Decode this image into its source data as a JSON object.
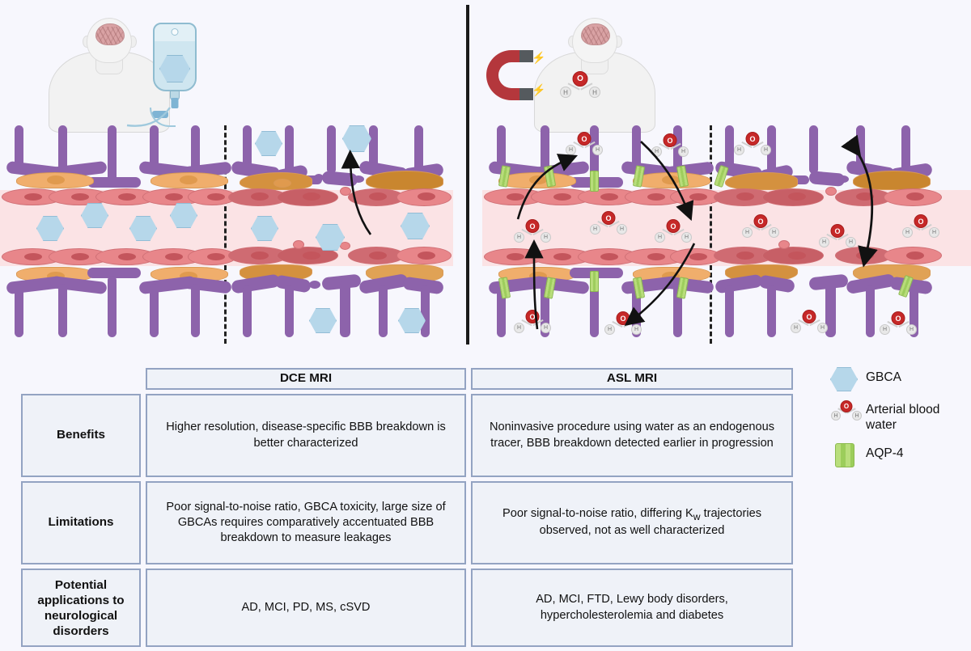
{
  "figure": {
    "background_color": "#f7f7fd",
    "divider_color": "#1a1a1a"
  },
  "panels": {
    "left": {
      "name": "DCE MRI panel",
      "subject_label": "patient-with-iv-contrast",
      "tracer_icon": "gbca-hexagon-icon",
      "dashed_separator": "intact-vs-leaky-bbb-divider"
    },
    "right": {
      "name": "ASL MRI panel",
      "subject_label": "patient-in-magnetic-field",
      "tracer_icon": "water-molecule-icon",
      "dashed_separator": "intact-vs-leaky-bbb-divider"
    }
  },
  "molecule": {
    "oxygen_label": "O",
    "hydrogen_label": "H",
    "oxygen_color": "#c62828",
    "hydrogen_color": "#e8e8e8"
  },
  "table": {
    "corner_label": "",
    "columns": [
      "DCE MRI",
      "ASL MRI"
    ],
    "rows": [
      {
        "label": "Benefits",
        "dce": "Higher resolution, disease-specific BBB breakdown is better characterized",
        "asl": "Noninvasive procedure using water as an endogenous tracer, BBB breakdown detected earlier in progression"
      },
      {
        "label": "Limitations",
        "dce": "Poor signal-to-noise ratio, GBCA toxicity, large size of GBCAs requires comparatively accentuated BBB breakdown to measure leakages",
        "asl_pre": "Poor signal-to-noise ratio, differing K",
        "asl_sub": "w",
        "asl_post": " trajectories observed, not as well characterized"
      },
      {
        "label": "Potential applications to neurological disorders",
        "dce": "AD, MCI, PD, MS, cSVD",
        "asl": "AD, MCI, FTD, Lewy body disorders, hypercholesterolemia and diabetes"
      }
    ],
    "cell_fill": "#eff2f8",
    "cell_border": "#93a3c2"
  },
  "legend": {
    "items": [
      {
        "label": "GBCA",
        "icon": "gbca-hexagon-icon",
        "color": "#b6d7ea"
      },
      {
        "label": "Arterial blood water",
        "icon": "water-molecule-icon",
        "color": "#c62828"
      },
      {
        "label": "AQP-4",
        "icon": "aqp4-channel-icon",
        "color": "#9ccd5b"
      }
    ]
  },
  "cell_types": {
    "astrocyte": "#8d63ab",
    "endothelial": "#e8868a",
    "pericyte": "#f0ae6c",
    "lumen": "#fbdfe0"
  }
}
